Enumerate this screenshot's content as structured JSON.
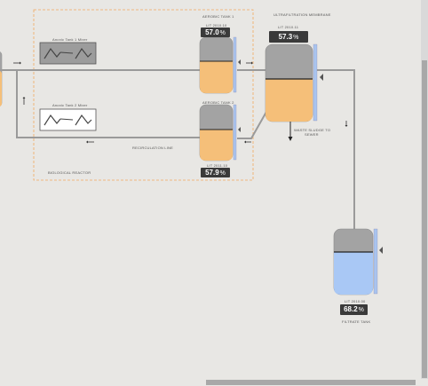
{
  "tanks": {
    "aerobic1": {
      "title": "AEROBIC TANK 1",
      "tag": "LIT 2010.10",
      "value": "57.0",
      "unit": "%",
      "level": 0.57
    },
    "aerobic2": {
      "title": "AEROBIC TANK 2",
      "tag": "LIT 2011.10",
      "value": "57.9",
      "unit": "%",
      "level": 0.579
    },
    "uf": {
      "title": "ULTRAFILTRATION MEMBRANE",
      "tag": "LIT 2010.11",
      "value": "57.3",
      "unit": "%",
      "level": 0.573
    },
    "filtrate": {
      "title": "FILTRATE TANK",
      "tag": "LIT 2010.00",
      "value": "68.2",
      "unit": "%",
      "level": 0.682
    }
  },
  "mixers": {
    "mixer1": {
      "label": "Anoxic Tank 1 Mixer"
    },
    "mixer2": {
      "label": "Anoxic Tank 2 Mixer"
    }
  },
  "labels": {
    "biological_reactor": "BIOLOGICAL REACTOR",
    "recirculation_line": "RECIRCULATION LINE",
    "waste_sludge": "WASTE SLUDGE TO",
    "waste_sludge_2": "SEWER"
  },
  "colors": {
    "sludge": "#f5bf79",
    "filtrate": "#a9c8f5",
    "tank_top": "#a3a3a3",
    "pipe": "#9a9a9a",
    "gauge": "#a9c4ee",
    "reactor_border": "#f2a85e"
  }
}
